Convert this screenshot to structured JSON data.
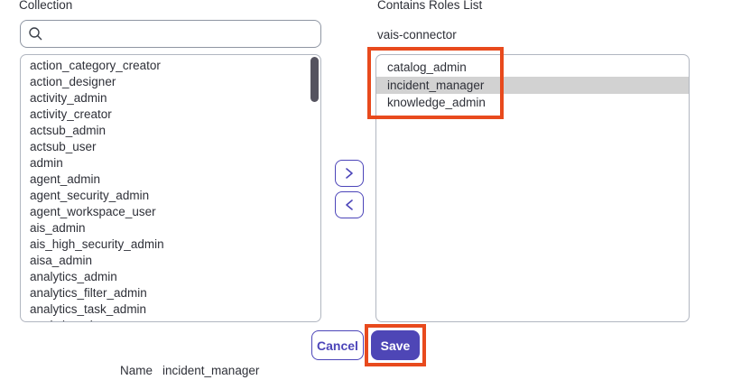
{
  "left_panel": {
    "label": "Collection",
    "search": {
      "placeholder": "",
      "value": ""
    },
    "roles": [
      "action_category_creator",
      "action_designer",
      "activity_admin",
      "activity_creator",
      "actsub_admin",
      "actsub_user",
      "admin",
      "agent_admin",
      "agent_security_admin",
      "agent_workspace_user",
      "ais_admin",
      "ais_high_security_admin",
      "aisa_admin",
      "analytics_admin",
      "analytics_filter_admin",
      "analytics_task_admin",
      "analytics_viewer"
    ]
  },
  "transfer": {
    "move_right_label": ">",
    "move_left_label": "<"
  },
  "right_panel": {
    "label": "Contains Roles List",
    "group_name": "vais-connector",
    "roles": [
      {
        "name": "catalog_admin",
        "selected": false
      },
      {
        "name": "incident_manager",
        "selected": true
      },
      {
        "name": "knowledge_admin",
        "selected": false
      }
    ]
  },
  "footer": {
    "cancel_label": "Cancel",
    "save_label": "Save",
    "name_label": "Name",
    "name_value": "incident_manager"
  },
  "colors": {
    "accent": "#4c45b9",
    "save_fill": "#4e46b6",
    "annotation": "#e84a1d",
    "selection_bg": "#d2d2d2",
    "scrollbar": "#55535f"
  }
}
